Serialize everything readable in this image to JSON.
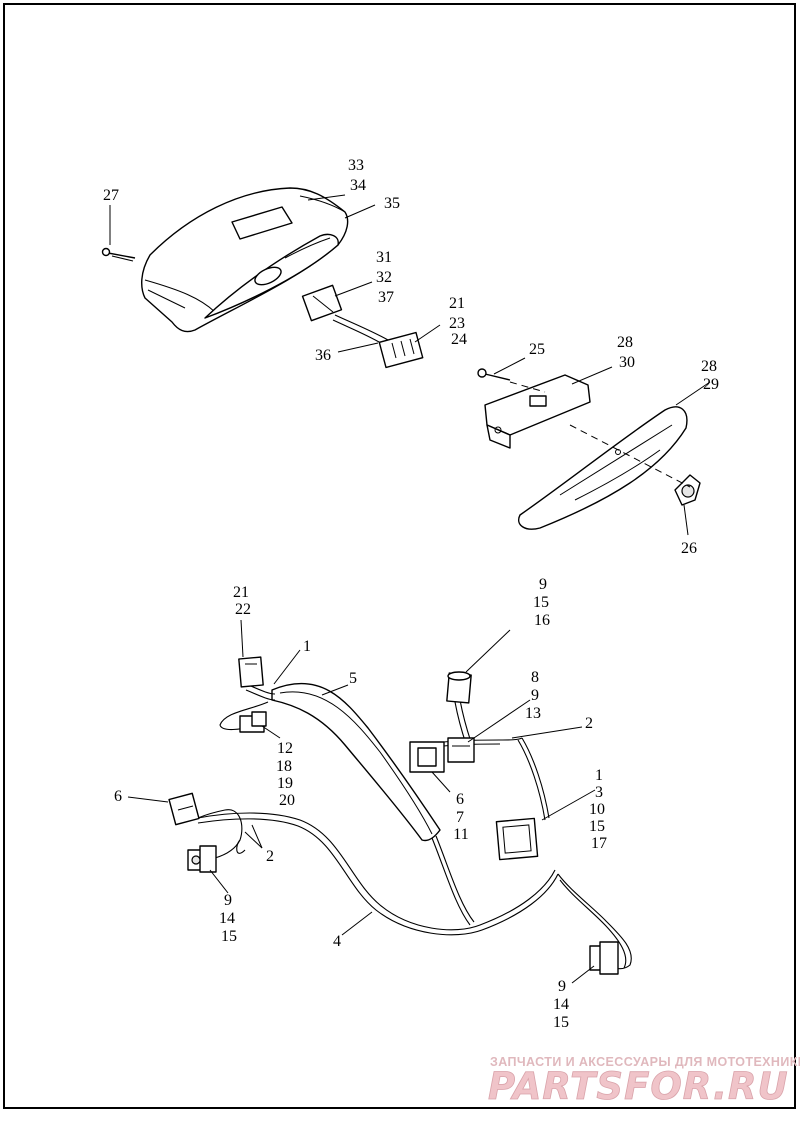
{
  "diagram": {
    "callouts": {
      "c33_34": [
        "33",
        "34"
      ],
      "c35": [
        "35"
      ],
      "c27": [
        "27"
      ],
      "c31_32_37": [
        "31",
        "32",
        "37"
      ],
      "c21_23_24": [
        "21",
        "23",
        "24"
      ],
      "c36": [
        "36"
      ],
      "c25": [
        "25"
      ],
      "c28_30": [
        "28",
        "30"
      ],
      "c28_29": [
        "28",
        "29"
      ],
      "c26": [
        "26"
      ],
      "c21_22": [
        "21",
        "22"
      ],
      "c1_top": [
        "1"
      ],
      "c5": [
        "5"
      ],
      "c9_15_16": [
        "9",
        "15",
        "16"
      ],
      "c8_9_13": [
        "8",
        "9",
        "13"
      ],
      "c2_right": [
        "2"
      ],
      "c12_18_19_20": [
        "12",
        "18",
        "19",
        "20"
      ],
      "c6_left": [
        "6"
      ],
      "c6_7_11": [
        "6",
        "7",
        "11"
      ],
      "c1_3_10_15_17": [
        "1",
        "3",
        "10",
        "15",
        "17"
      ],
      "c2_left": [
        "2"
      ],
      "c9_14_15_left": [
        "9",
        "14",
        "15"
      ],
      "c4": [
        "4"
      ],
      "c9_14_15_right": [
        "9",
        "14",
        "15"
      ]
    }
  },
  "watermark": {
    "subtitle": "ЗАПЧАСТИ И АКСЕССУАРЫ ДЛЯ МОТОТЕХНИКИ",
    "brand": "PARTSFOR.RU"
  }
}
